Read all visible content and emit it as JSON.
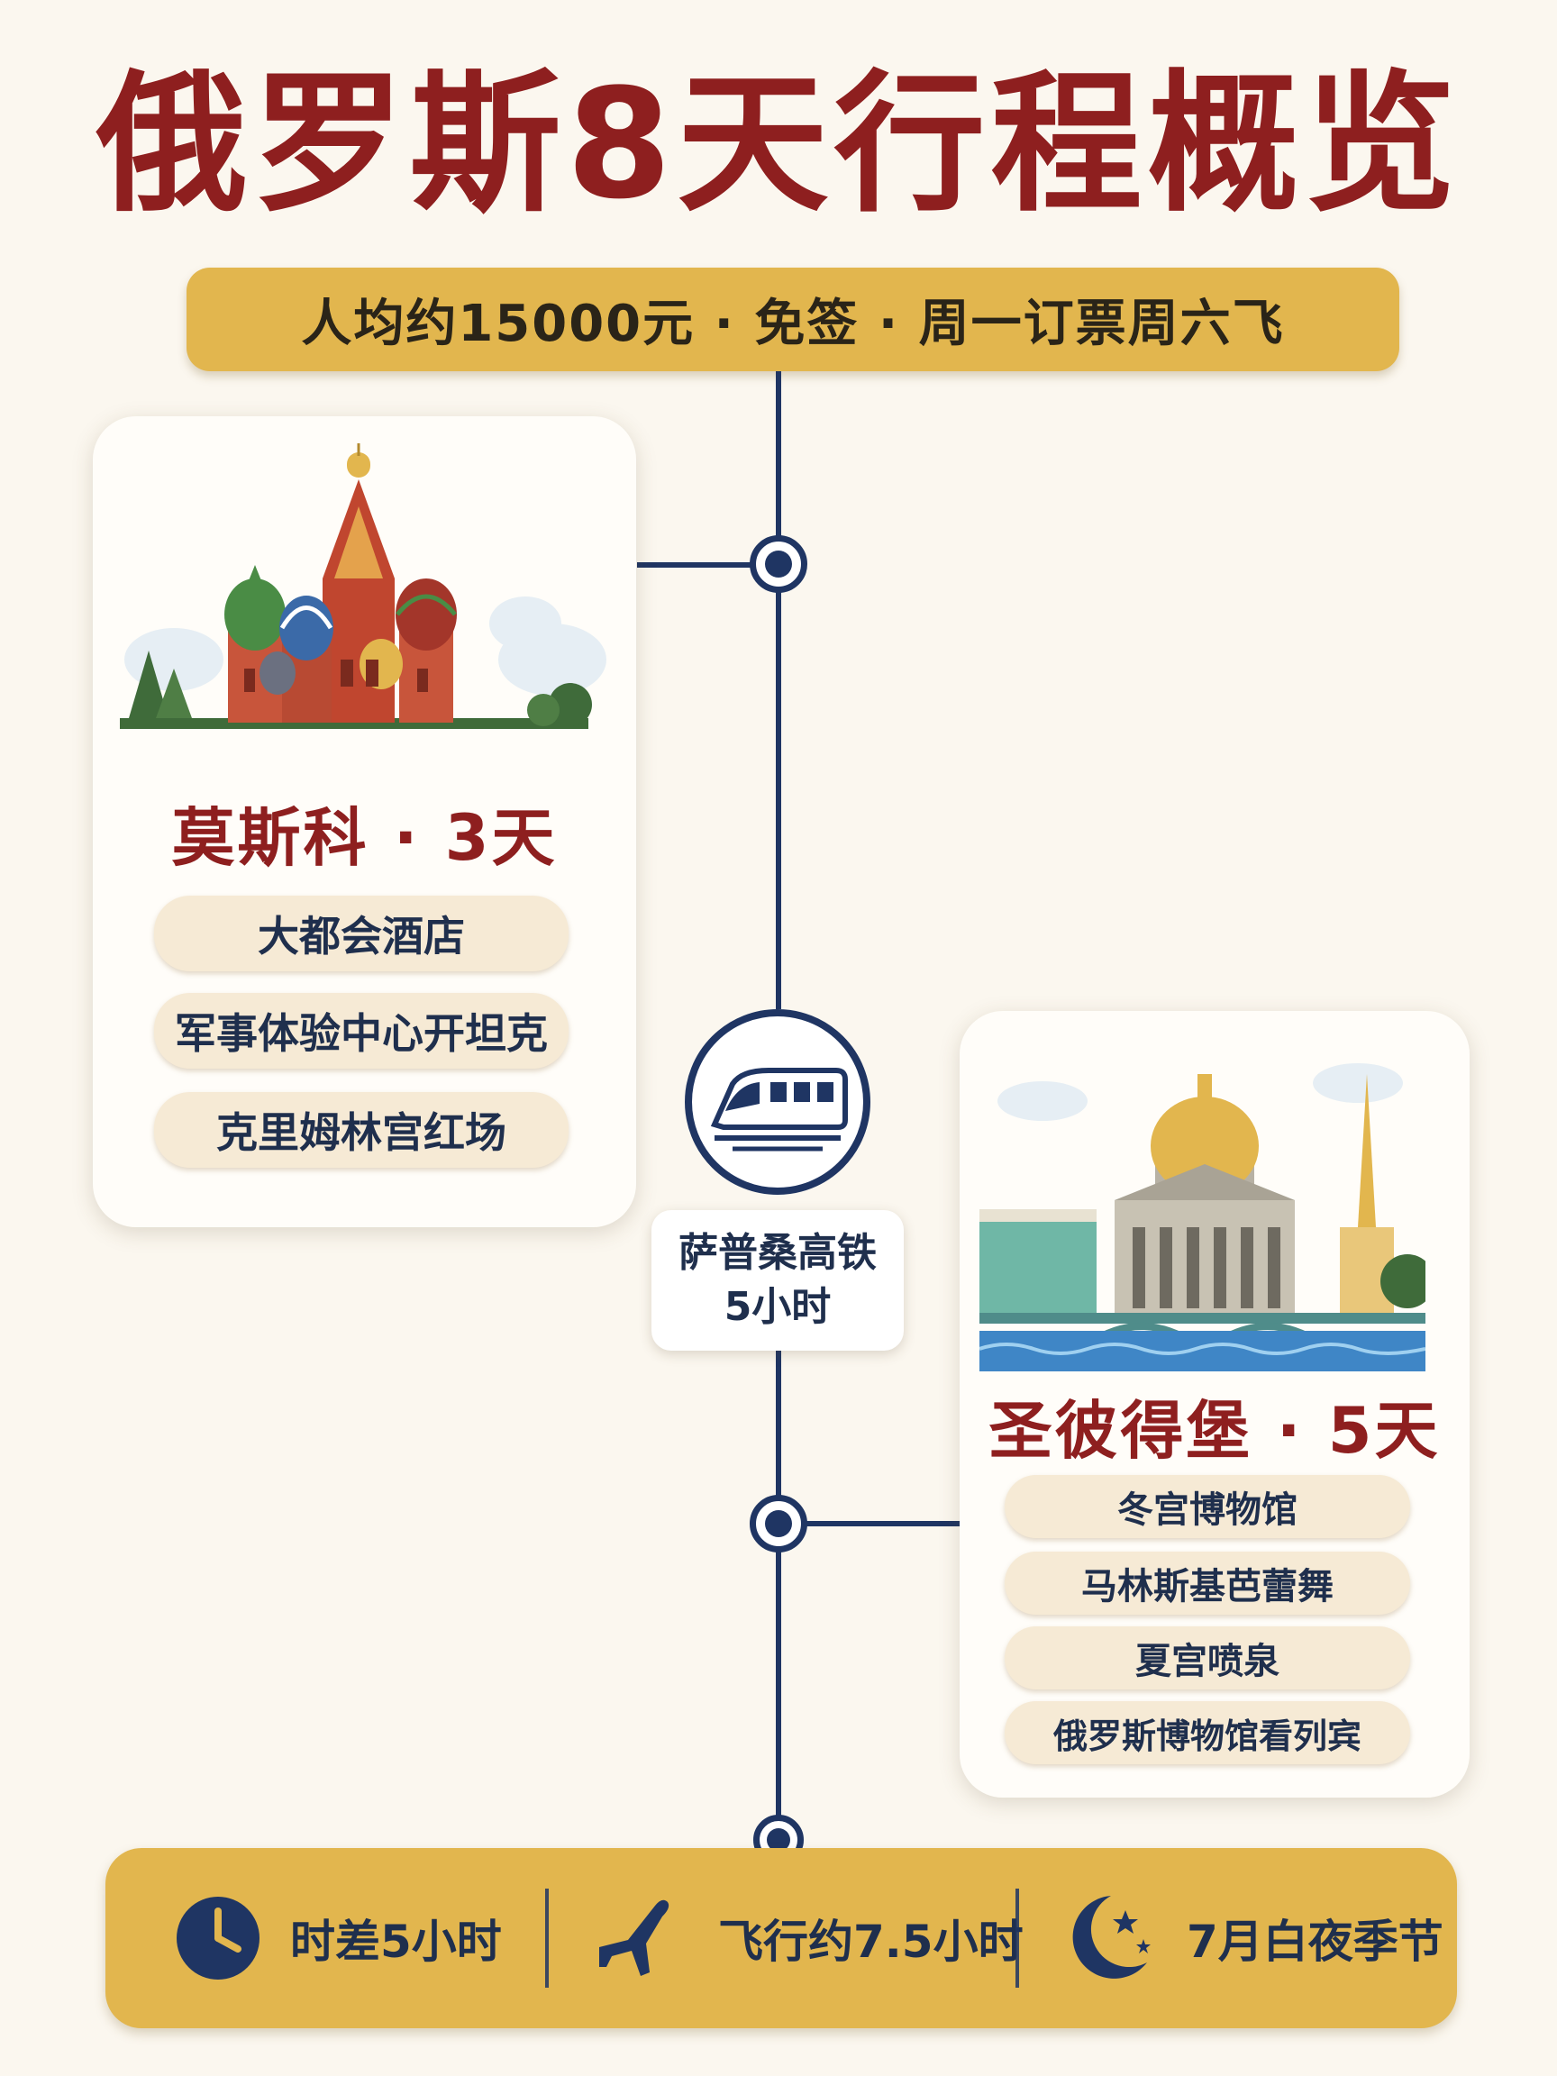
{
  "title": "俄罗斯8天行程概览",
  "banner": "人均约15000元 · 免签 · 周一订票周六飞",
  "moscow": {
    "city": "莫斯科 · 3天",
    "items": [
      "大都会酒店",
      "军事体验中心开坦克",
      "克里姆林宫红场"
    ]
  },
  "transfer": {
    "line1": "萨普桑高铁",
    "line2": "5小时",
    "icon": "train-icon"
  },
  "petersburg": {
    "city": "圣彼得堡 · 5天",
    "items": [
      "冬宫博物馆",
      "马林斯基芭蕾舞",
      "夏宫喷泉",
      "俄罗斯博物馆看列宾"
    ]
  },
  "footer": [
    {
      "icon": "clock-icon",
      "text": "时差5小时"
    },
    {
      "icon": "airplane-icon",
      "text": "飞行约7.5小时"
    },
    {
      "icon": "moon-stars-icon",
      "text": "7月白夜季节"
    }
  ],
  "colors": {
    "accent_red": "#8e1f1f",
    "gold": "#e2b64e",
    "navy": "#1f3563",
    "pill": "#f6ead5",
    "background": "#fbf7ef"
  }
}
